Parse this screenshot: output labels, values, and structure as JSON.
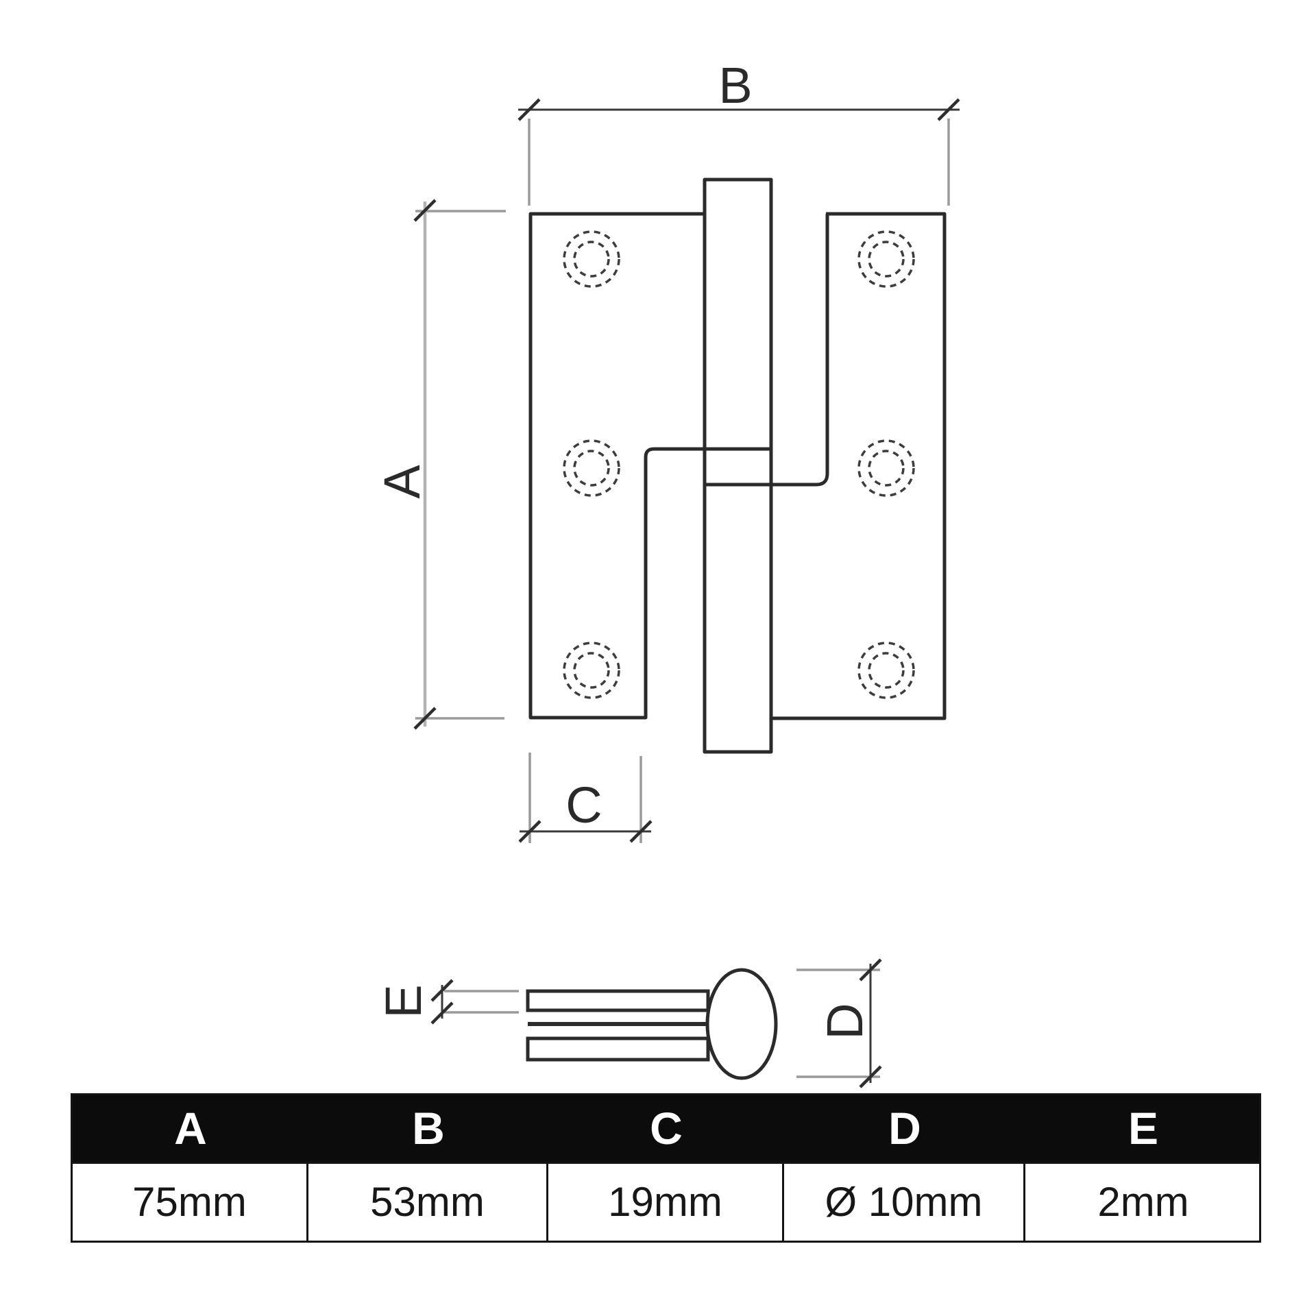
{
  "drawing": {
    "title_hidden": "",
    "dimension_labels": {
      "height": "A",
      "width": "B",
      "leaf_width": "C",
      "knuckle_diameter": "D",
      "leaf_thickness": "E"
    },
    "colors": {
      "object_line": "#2b2b2b",
      "dim_line": "#3a3a3a",
      "extension_line": "#9a9a9a",
      "hole_line": "#3d3d3d",
      "table_header_bg": "#0c0c0c",
      "table_header_text": "#ffffff",
      "table_border": "#141414"
    }
  },
  "table": {
    "headers": [
      "A",
      "B",
      "C",
      "D",
      "E"
    ],
    "values": [
      "75mm",
      "53mm",
      "19mm",
      "Ø 10mm",
      "2mm"
    ]
  }
}
